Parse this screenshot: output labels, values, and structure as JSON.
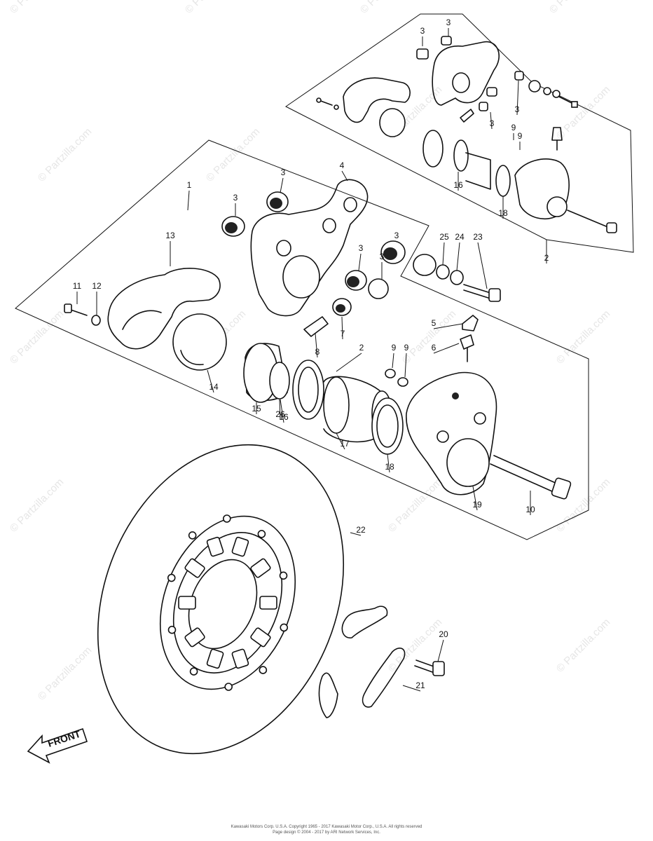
{
  "watermark": "© Partzilla.com",
  "front_label": "FRONT",
  "footer": {
    "line1": "Kawasaki Motors Corp. U.S.A. Copyright 1965 - 2017 Kawasaki Motor Corp., U.S.A. All rights reserved",
    "line2": "Page design © 2004 - 2017 by ARI Network Services, Inc."
  },
  "callouts": [
    "1",
    "2",
    "2",
    "3",
    "3",
    "3",
    "3",
    "3",
    "3",
    "3",
    "3",
    "3",
    "4",
    "5",
    "6",
    "7",
    "8",
    "9",
    "9",
    "9",
    "9",
    "10",
    "11",
    "12",
    "13",
    "14",
    "15",
    "16",
    "16",
    "17",
    "18",
    "18",
    "19",
    "20",
    "21",
    "22",
    "23",
    "24",
    "25",
    "26"
  ]
}
